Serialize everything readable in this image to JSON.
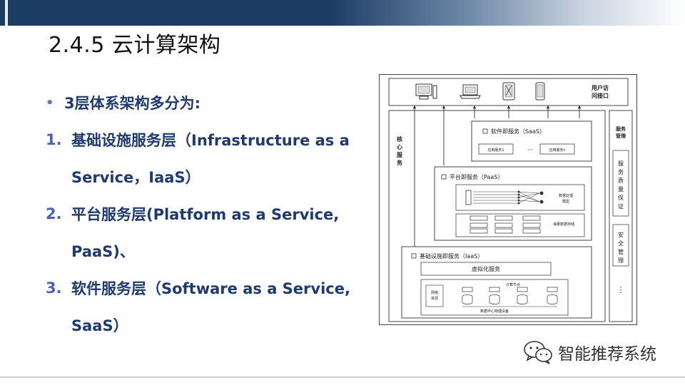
{
  "title": "2.4.5 云计算架构",
  "bullets": {
    "intro": "3层体系架构多分为:",
    "item1_num": "1.",
    "item1_line1": "基础设施服务层（Infrastructure as a",
    "item1_line2": "Service，IaaS）",
    "item2_num": "2.",
    "item2_line1": "平台服务层(Platform as a Service,",
    "item2_line2": "PaaS)、",
    "item3_num": "3.",
    "item3_line1": "软件服务层（Software as a Service,",
    "item3_line2": "SaaS）"
  },
  "diagram": {
    "user_access_l1": "用户访",
    "user_access_l2": "问接口",
    "core_service": [
      "核",
      "心",
      "服",
      "务"
    ],
    "saas_label": "软件即服务（SaaS）",
    "app_service_a": "应用服务1",
    "app_service_b": "应用服务n",
    "ellipsis": "···",
    "paas_label": "平台即服务（PaaS）",
    "data_processing_l1": "数据处理",
    "data_processing_l2": "模型",
    "mass_storage": "海量数据存储",
    "iaas_label": "基础设施即服务（IaaS）",
    "virtualization": "虚拟化服务",
    "network_l1": "网络",
    "network_l2": "资源",
    "compute_nodes": "计算节点",
    "datacenter_devices": "数据中心物理设备",
    "service_mgmt_l1": "服务",
    "service_mgmt_l2": "管理",
    "qos": [
      "服",
      "务",
      "质",
      "量",
      "保",
      "证"
    ],
    "security": [
      "安",
      "全",
      "管",
      "理"
    ],
    "vertical_dots": "⋮"
  },
  "watermark": "智能推荐系统",
  "icons": [
    "desktop-icon",
    "laptop-icon",
    "tablet-icon",
    "phone-icon",
    "wechat-icon"
  ]
}
